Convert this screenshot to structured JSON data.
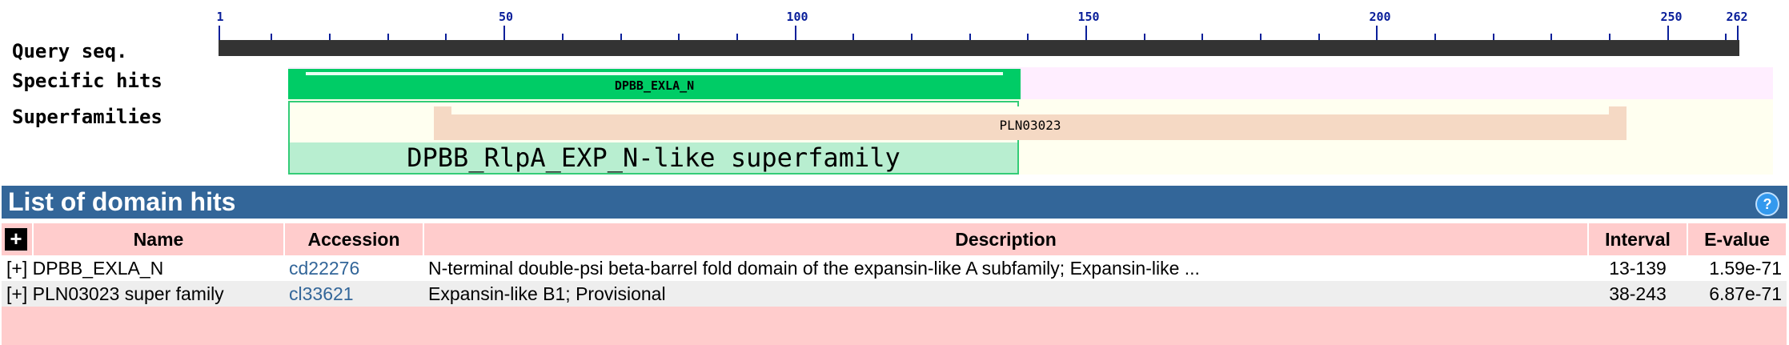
{
  "graphic": {
    "ruler": {
      "ticks": [
        "1",
        "50",
        "100",
        "150",
        "200",
        "250",
        "262"
      ]
    },
    "tracks": {
      "query": "Query seq.",
      "specific": "Specific hits",
      "superfamilies": "Superfamilies"
    },
    "hits": {
      "specific_label": "DPBB_EXLA_N",
      "superfamily_label": "PLN03023",
      "superfamily_cluster_label": "DPBB_RlpA_EXP_N-like superfamily"
    }
  },
  "panel": {
    "title": "List of domain hits",
    "help_icon": "?"
  },
  "table": {
    "expand_all": "+",
    "headers": [
      "Name",
      "Accession",
      "Description",
      "Interval",
      "E-value"
    ],
    "rows": [
      {
        "expand": "[+]",
        "name": "DPBB_EXLA_N",
        "accession": "cd22276",
        "description": "N-terminal double-psi beta-barrel fold domain of the expansin-like A subfamily; Expansin-like ...",
        "interval": "13-139",
        "evalue": "1.59e-71"
      },
      {
        "expand": "[+]",
        "name": "PLN03023 super family",
        "accession": "cl33621",
        "description": "Expansin-like B1; Provisional",
        "interval": "38-243",
        "evalue": "6.87e-71"
      }
    ]
  },
  "colors": {
    "header_bar": "#336699",
    "specific_hit": "#00cc66",
    "superfamily_hit": "#f5d9c4",
    "table_header": "#ffcccc"
  }
}
